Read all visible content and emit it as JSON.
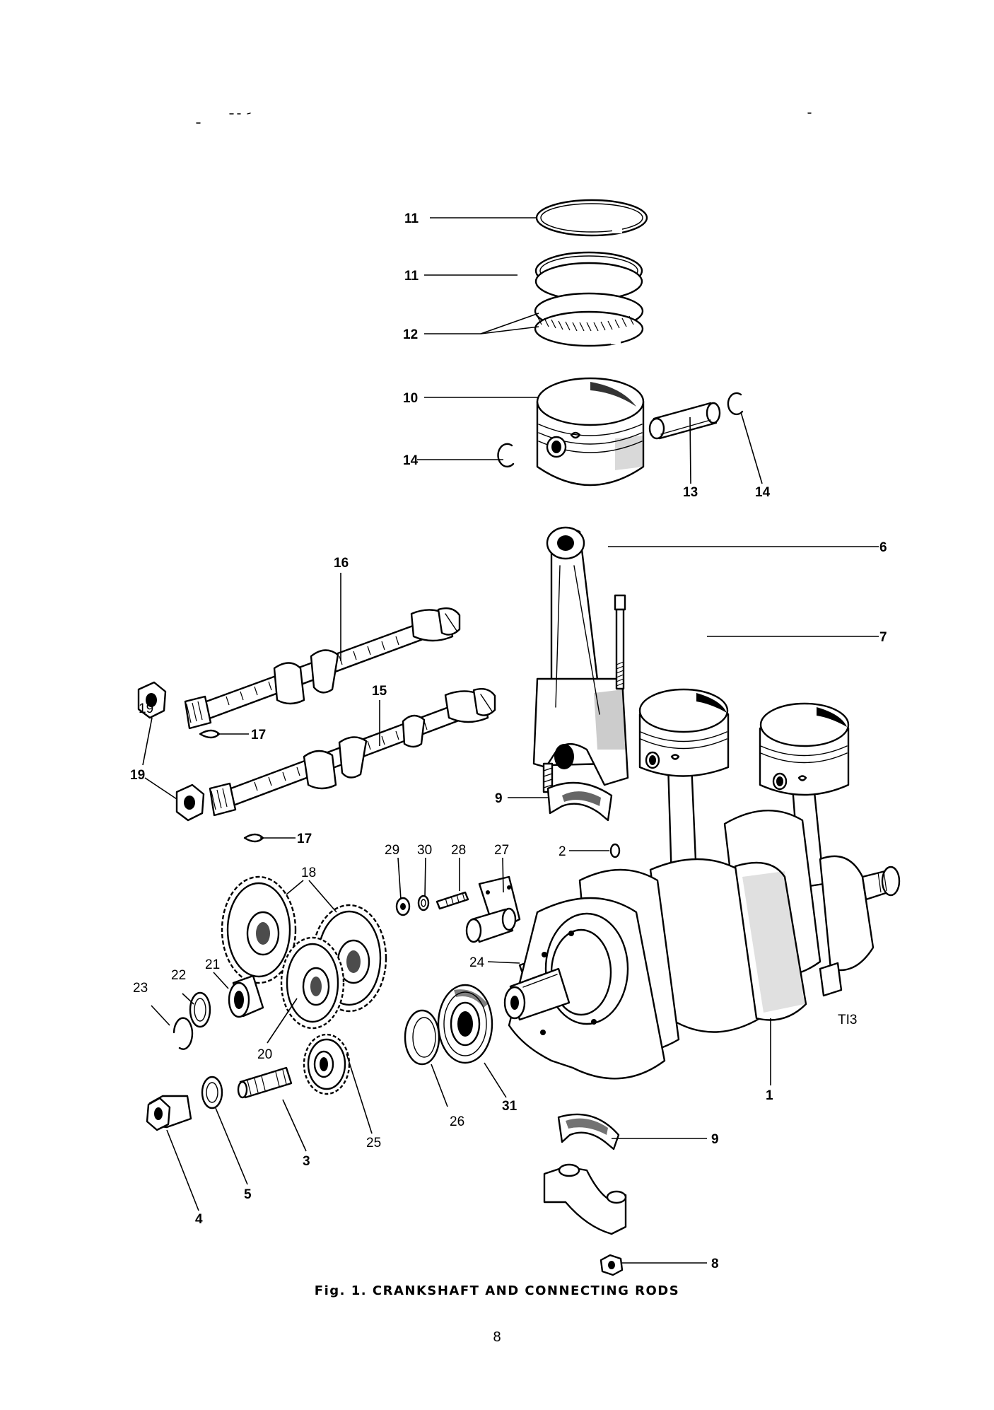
{
  "figure": {
    "caption": "Fig. 1.  CRANKSHAFT AND CONNECTING RODS",
    "page_number": "8",
    "drawing_code": "TI3"
  },
  "callouts": {
    "n1": "1",
    "n2": "2",
    "n3": "3",
    "n4": "4",
    "n5": "5",
    "n6": "6",
    "n7": "7",
    "n8": "8",
    "n9a": "9",
    "n9b": "9",
    "n10": "10",
    "n11a": "11",
    "n11b": "11",
    "n12": "12",
    "n13": "13",
    "n14a": "14",
    "n14b": "14",
    "n15": "15",
    "n16": "16",
    "n17a": "17",
    "n17b": "17",
    "n18": "18",
    "n19a": "19",
    "n19b": "19",
    "n20": "20",
    "n21": "21",
    "n22": "22",
    "n23": "23",
    "n24": "24",
    "n25": "25",
    "n26": "26",
    "n27": "27",
    "n28": "28",
    "n29": "29",
    "n30": "30",
    "n31": "31"
  }
}
